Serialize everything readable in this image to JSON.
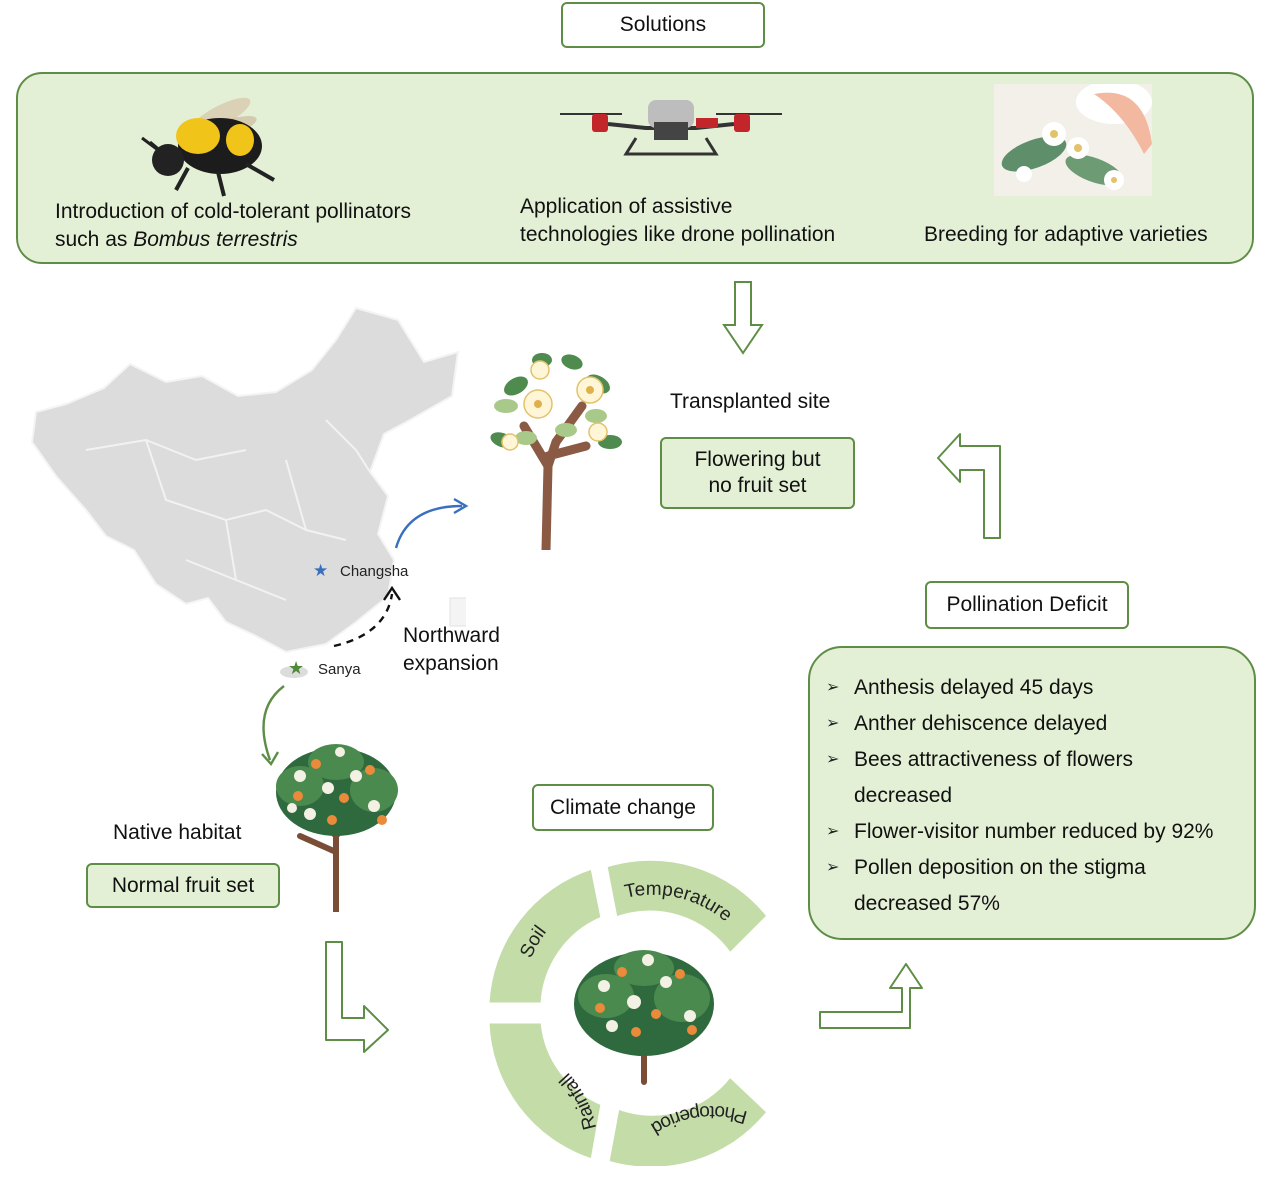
{
  "solutions": {
    "title": "Solutions",
    "items": [
      {
        "text_line1": "Introduction of cold-tolerant pollinators",
        "text_line2_prefix": "such as ",
        "text_line2_italic": "Bombus terrestris"
      },
      {
        "text_line1": "Application of assistive",
        "text_line2": "technologies like drone pollination"
      },
      {
        "text_line1": "Breeding for adaptive varieties"
      }
    ]
  },
  "transplanted": {
    "label": "Transplanted site",
    "status_line1": "Flowering but",
    "status_line2": "no fruit set"
  },
  "map": {
    "cities": [
      {
        "name": "Changsha",
        "marker_color": "#3a6fbf"
      },
      {
        "name": "Sanya",
        "marker_color": "#4f8a3a"
      }
    ],
    "expansion_label_line1": "Northward",
    "expansion_label_line2": "expansion"
  },
  "native": {
    "label": "Native habitat",
    "status": "Normal fruit set"
  },
  "climate": {
    "title": "Climate change",
    "factors": [
      "Temperature",
      "Soil",
      "Rainfall",
      "Photoperiod"
    ]
  },
  "deficit": {
    "title": "Pollination Deficit",
    "items": [
      "Anthesis delayed 45 days",
      "Anther dehiscence delayed",
      "Bees attractiveness of flowers decreased",
      "Flower-visitor number reduced by 92%",
      "Pollen deposition on the stigma decreased 57%"
    ]
  },
  "colors": {
    "accent_green": "#5e8e45",
    "panel_fill": "#e4f0d6",
    "ring_fill": "#c3dca8",
    "map_gray": "#dcdcdc",
    "arrow_blue": "#3a6fbf"
  }
}
